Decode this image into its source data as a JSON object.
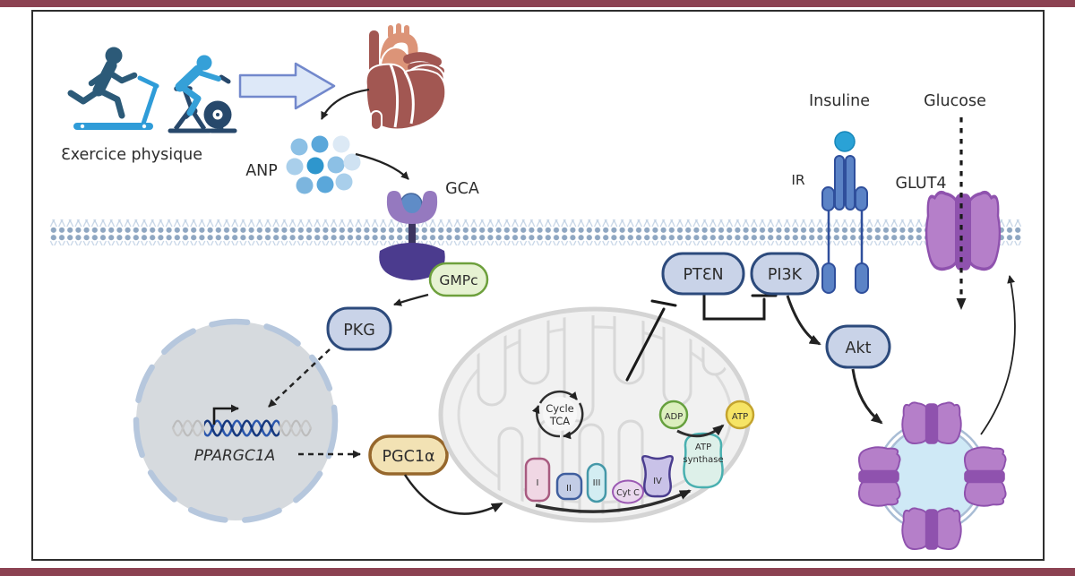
{
  "figure": {
    "type": "signaling-pathway-diagram",
    "labels": {
      "exercise": "Ɛxercice physique",
      "anp": "ANP",
      "gca": "GCA",
      "gmpc": "GMPc",
      "pkg": "PKG",
      "gene": "PPARGC1A",
      "pgc1a": "PGC1α",
      "cycle_tca_line1": "Cycle",
      "cycle_tca_line2": "TCA",
      "complex_i": "I",
      "complex_ii": "II",
      "complex_iii": "III",
      "cyt_c": "Cyt C",
      "complex_iv": "IV",
      "atp_synthase_line1": "ATP",
      "atp_synthase_line2": "synthase",
      "adp": "ADP",
      "atp": "ATP",
      "pten": "PTƐN",
      "pi3k": "PI3K",
      "akt": "Akt",
      "insulin": "Insuline",
      "ir": "IR",
      "glut4": "GLUT4",
      "glucose": "Glucose"
    },
    "colors": {
      "frame_bar": "#8c4252",
      "node_fill": "#c9d3e8",
      "node_border": "#2c4a7c",
      "gmpc_fill": "#e6f2d2",
      "gmpc_border": "#6da03c",
      "pgc1a_fill": "#f2e2b4",
      "pgc1a_border": "#96672c",
      "membrane_blue": "#8fa7c2",
      "receptor_purple": "#4b3b8e",
      "glut4_purple": "#b57fc9",
      "glut4_dark_purple": "#8f52ae",
      "heart_red": "#a25752",
      "heart_salmon": "#dc9478",
      "exercise_dark_blue": "#2c5a78",
      "exercise_light_blue": "#2f9cd8",
      "adp_green_fill": "#dcefbe",
      "atp_yellow_fill": "#f6e465",
      "insulin_blue": "#2aa2d6",
      "ir_blue": "#5b83c6",
      "vesicle_fill": "#cfe9f6",
      "nucleus_fill": "#d6dade",
      "mitochondria_fill": "#f1f1f1"
    }
  }
}
